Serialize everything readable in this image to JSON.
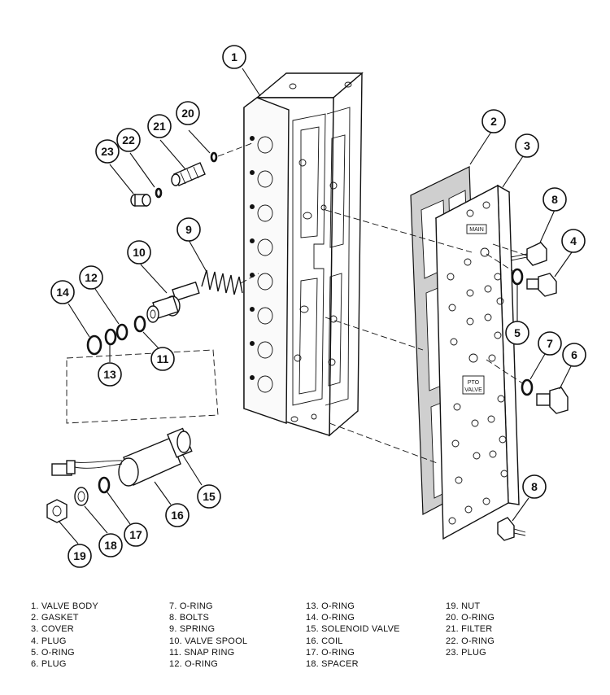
{
  "plate_labels": {
    "main": "MAIN",
    "pto_line1": "PTO",
    "pto_line2": "VALVE"
  },
  "callouts": [
    {
      "id": "c1",
      "label": "1"
    },
    {
      "id": "c2",
      "label": "2"
    },
    {
      "id": "c3",
      "label": "3"
    },
    {
      "id": "c4",
      "label": "4"
    },
    {
      "id": "c5",
      "label": "5"
    },
    {
      "id": "c6",
      "label": "6"
    },
    {
      "id": "c7",
      "label": "7"
    },
    {
      "id": "c8a",
      "label": "8"
    },
    {
      "id": "c8b",
      "label": "8"
    },
    {
      "id": "c9",
      "label": "9"
    },
    {
      "id": "c10",
      "label": "10"
    },
    {
      "id": "c11",
      "label": "11"
    },
    {
      "id": "c12",
      "label": "12"
    },
    {
      "id": "c13",
      "label": "13"
    },
    {
      "id": "c14",
      "label": "14"
    },
    {
      "id": "c15",
      "label": "15"
    },
    {
      "id": "c16",
      "label": "16"
    },
    {
      "id": "c17",
      "label": "17"
    },
    {
      "id": "c18",
      "label": "18"
    },
    {
      "id": "c19",
      "label": "19"
    },
    {
      "id": "c20",
      "label": "20"
    },
    {
      "id": "c21",
      "label": "21"
    },
    {
      "id": "c22",
      "label": "22"
    },
    {
      "id": "c23",
      "label": "23"
    }
  ],
  "legend": {
    "col1": [
      "1. VALVE BODY",
      "2. GASKET",
      "3. COVER",
      "4. PLUG",
      "5. O-RING",
      "6. PLUG"
    ],
    "col2": [
      "7. O-RING",
      "8. BOLTS",
      "9. SPRING",
      "10. VALVE SPOOL",
      "11. SNAP RING",
      "12. O-RING"
    ],
    "col3": [
      "13. O-RING",
      "14. O-RING",
      "15. SOLENOID VALVE",
      "16. COIL",
      "17. O-RING",
      "18. SPACER"
    ],
    "col4": [
      "19. NUT",
      "20. O-RING",
      "21. FILTER",
      "22. O-RING",
      "23. PLUG"
    ]
  }
}
